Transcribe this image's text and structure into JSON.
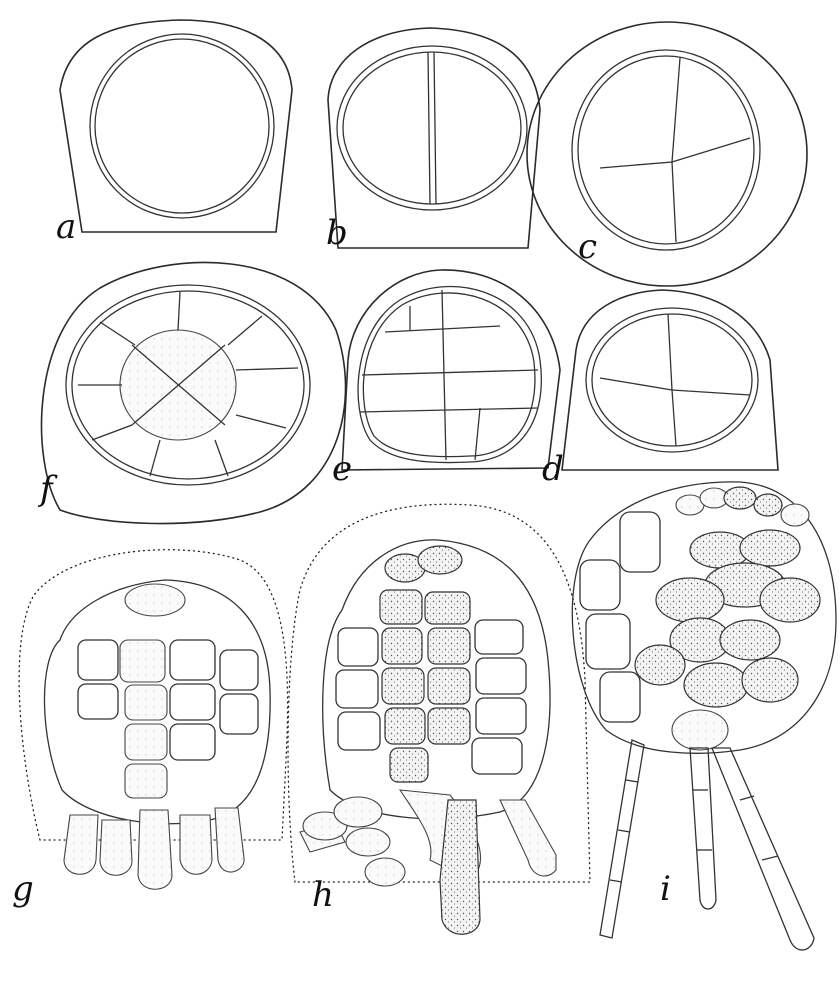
{
  "figure_labels": {
    "a": "a",
    "b": "b",
    "c": "c",
    "d": "d",
    "e": "e",
    "f": "f",
    "g": "g",
    "h": "h",
    "i": "i"
  }
}
